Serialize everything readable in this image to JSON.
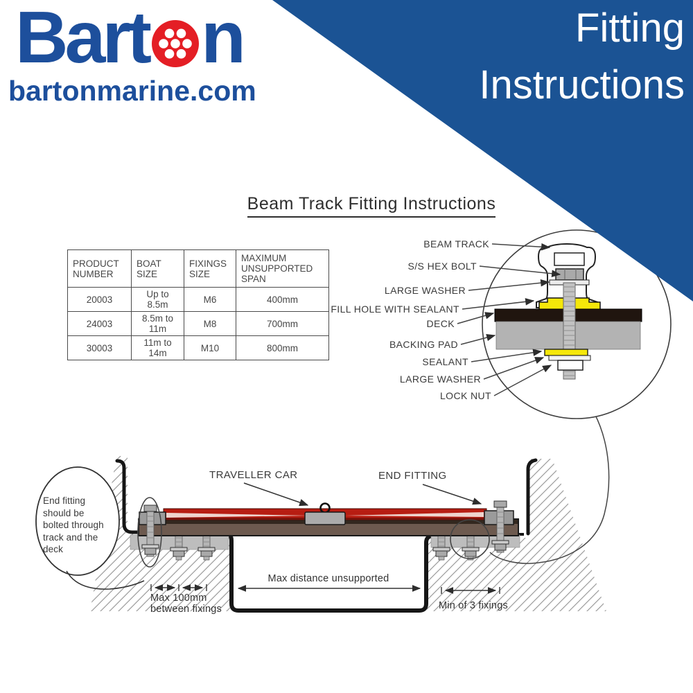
{
  "brand": {
    "name_prefix": "Bart",
    "name_suffix": "n",
    "website": "bartonmarine.com",
    "blue": "#1d4f9c",
    "red": "#e41e25"
  },
  "banner": {
    "line1": "Fitting",
    "line2": "Instructions",
    "blue": "#1b5394"
  },
  "title": "Beam Track Fitting Instructions",
  "table": {
    "headers": [
      "PRODUCT\nNUMBER",
      "BOAT\nSIZE",
      "FIXINGS\nSIZE",
      "MAXIMUM\nUNSUPPORTED\nSPAN"
    ],
    "rows": [
      [
        "20003",
        "Up to\n8.5m",
        "M6",
        "400mm"
      ],
      [
        "24003",
        "8.5m to\n11m",
        "M8",
        "700mm"
      ],
      [
        "30003",
        "11m to\n14m",
        "M10",
        "800mm"
      ]
    ]
  },
  "detail_view": {
    "labels": [
      "BEAM TRACK",
      "S/S HEX BOLT",
      "LARGE WASHER",
      "FILL HOLE WITH SEALANT",
      "DECK",
      "BACKING PAD",
      "SEALANT",
      "LARGE WASHER",
      "LOCK NUT"
    ],
    "sealant_yellow": "#f5e70a"
  },
  "cross_section": {
    "callout": "End fitting\nshould be\nbolted through\ntrack and the\ndeck",
    "traveller_car_label": "TRAVELLER CAR",
    "end_fitting_label": "END FITTING",
    "dim_between_fixings": "Max 100mm\nbetween fixings",
    "dim_unsupported": "Max distance unsupported",
    "dim_min_fixings": "Min of 3 fixings",
    "track_red": "#b71d12",
    "beam_brown": "#6d5a4f"
  }
}
